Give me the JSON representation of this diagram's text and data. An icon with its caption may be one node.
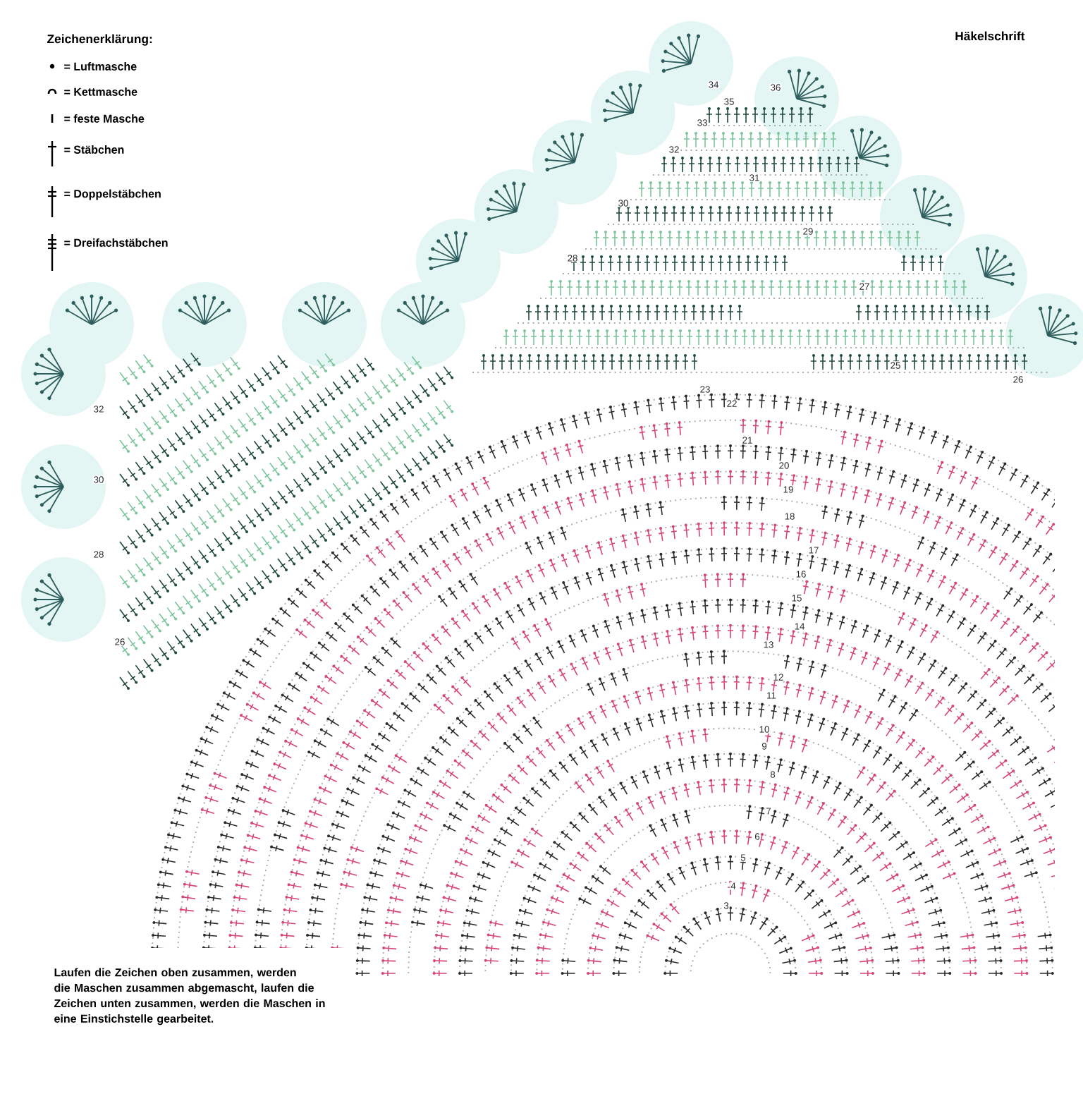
{
  "diagram": {
    "title": "Häkelschrift",
    "labels": [
      "Zeichenerklärung:",
      "Laufen die Zeichen oben zusammen, werden die Maschen zusammen abgemascht, laufen die Zeichen unten zusammen, werden die Maschen in eine Einstichstelle gearbeitet.",
      "36",
      "34",
      "35",
      "33",
      "32",
      "31",
      "30",
      "29",
      "28",
      "27",
      "25",
      "26",
      "23",
      "22",
      "32",
      "21",
      "20",
      "30",
      "19",
      "18",
      "17",
      "28",
      "16",
      "15",
      "14",
      "26",
      "13",
      "12",
      "11",
      "10",
      "9",
      "8",
      "7",
      "6",
      "5",
      "4",
      "3"
    ],
    "legend": [
      {
        "text": "= Luftmasche"
      },
      {
        "text": "= Kettmasche"
      },
      {
        "text": "= feste Masche"
      },
      {
        "text": "= Stäbchen"
      },
      {
        "text": "= Doppelstäbchen"
      },
      {
        "text": "= Dreifachstäbchen"
      }
    ]
  }
}
